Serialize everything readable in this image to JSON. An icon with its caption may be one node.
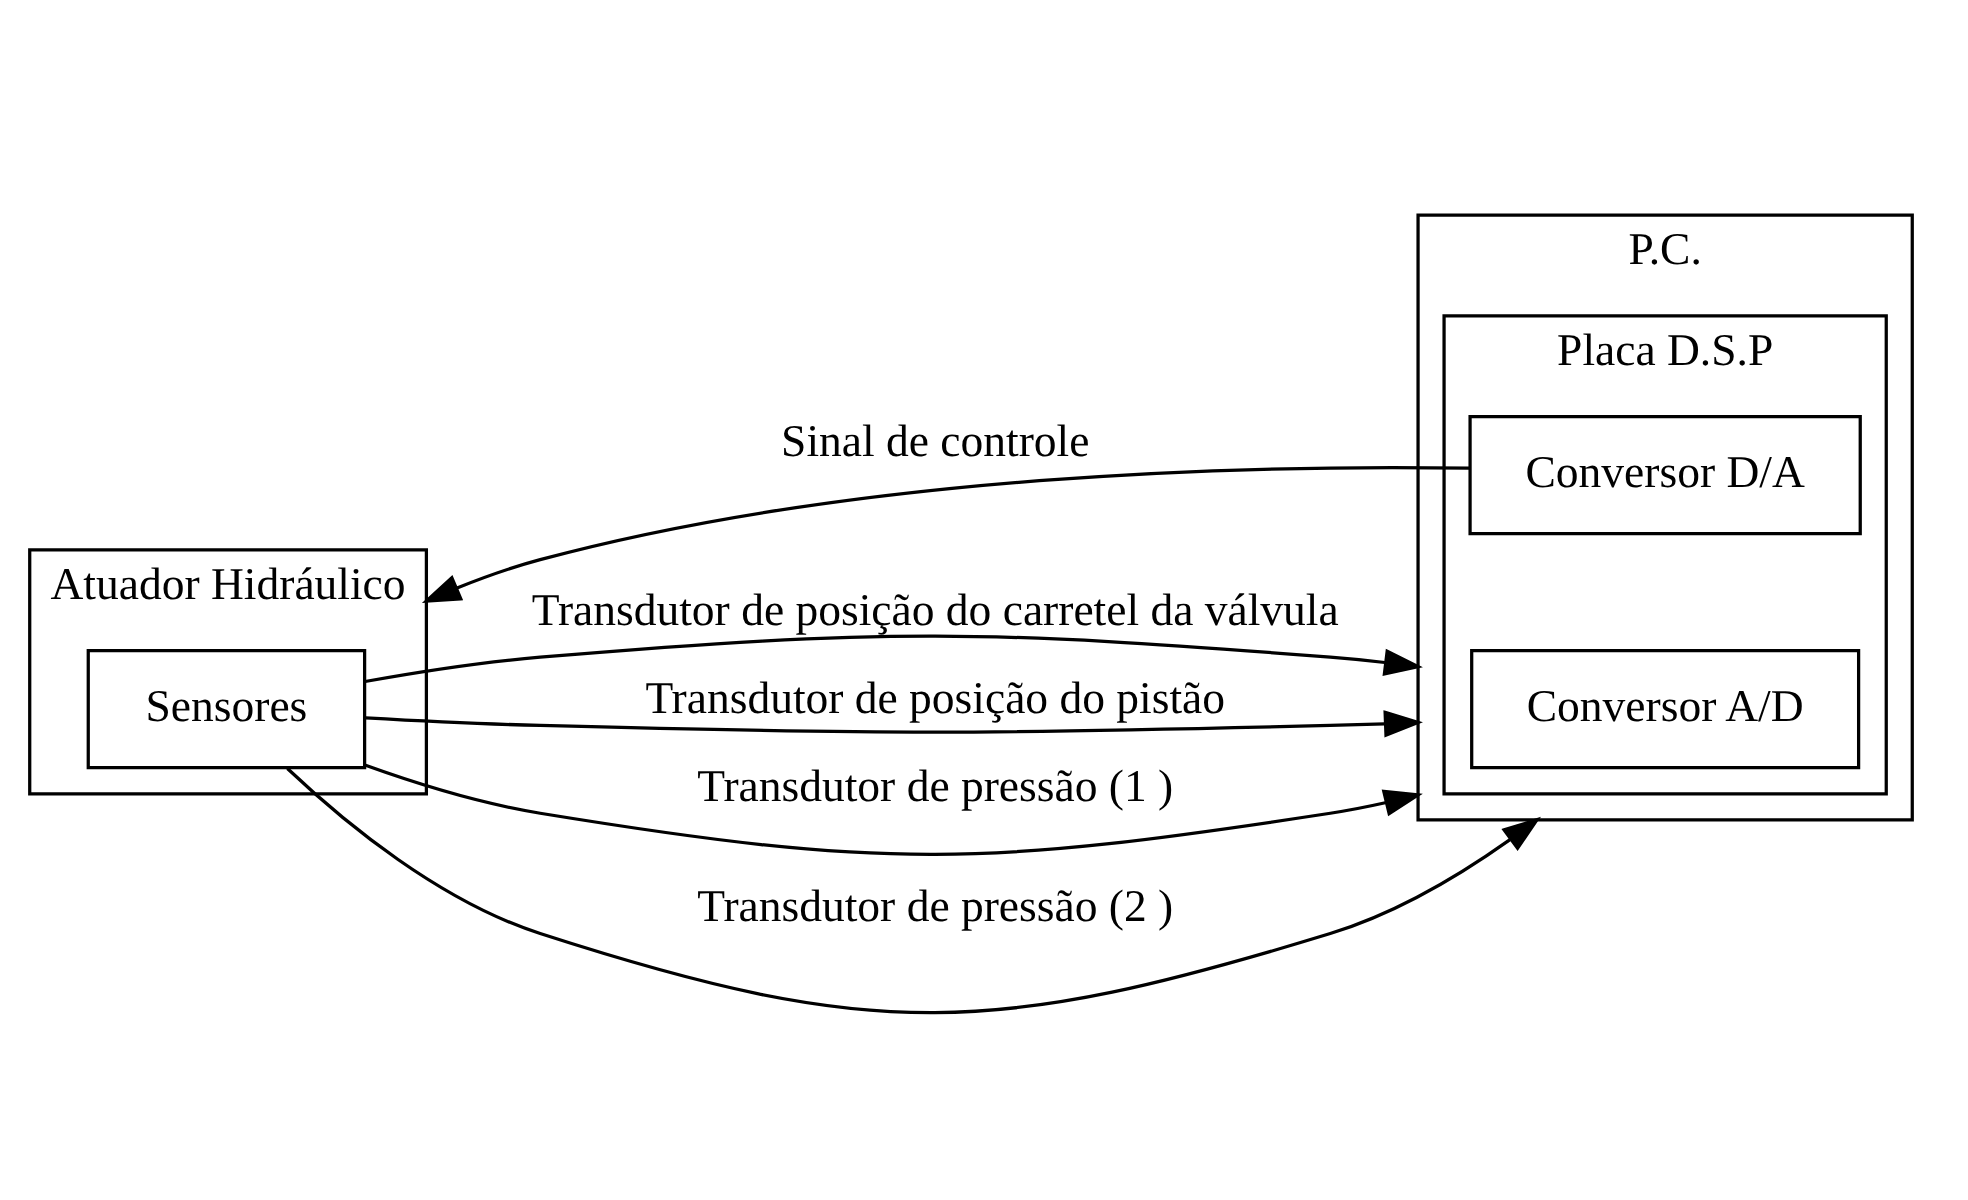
{
  "diagram": {
    "nodes": [
      {
        "text": [
          "P.C."
        ]
      },
      {
        "text": [
          "Placa D.S.P"
        ],
        "in": 0
      },
      {
        "text": [
          "Conversor D/A"
        ],
        "in": 1
      },
      {
        "text": [
          "Conversor A/D"
        ],
        "in": 1
      },
      {
        "text": [
          "Atuador Hidráulico"
        ]
      },
      {
        "text": [
          "Sensores"
        ],
        "in": 4
      }
    ],
    "edges": [
      {
        "from": 2,
        "to": 4,
        "arrow": "to",
        "label": "Sinal de controle"
      },
      {
        "from": 5,
        "to": 0,
        "arrow": "to",
        "label": "Transdutor de posição do carretel da válvula"
      },
      {
        "from": 5,
        "to": 0,
        "arrow": "to",
        "label": "Transdutor de posição do pistão"
      },
      {
        "from": 5,
        "to": 0,
        "arrow": "to",
        "label": "Transdutor de pressão (1 )"
      },
      {
        "from": 5,
        "to": 0,
        "arrow": "to",
        "label": "Transdutor de pressão (2 )"
      }
    ]
  }
}
